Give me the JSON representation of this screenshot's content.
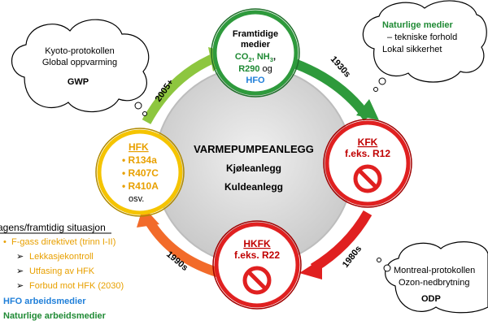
{
  "center": {
    "title": "VARMEPUMPEANLEGG",
    "line2": "Kjøleanlegg",
    "line3": "Kuldeanlegg"
  },
  "nodes": {
    "future": {
      "line1": "Framtidige",
      "line2": "medier",
      "co2_base": "CO",
      "co2_sub": "2",
      "sep": ", ",
      "nh3_base": "NH",
      "nh3_sub": "3",
      "comma": ",",
      "r290": "R290",
      "og": " og",
      "hfo": "HFO",
      "color": "#1f8a34"
    },
    "kfk": {
      "line1": "KFK",
      "line2": "f.eks. R12",
      "color": "#c00000"
    },
    "hkfk": {
      "line1": "HKFK",
      "line2": "f.eks. R22",
      "color": "#c00000"
    },
    "hfk": {
      "title": "HFK",
      "items": [
        "• R134a",
        "• R407C",
        "• R410A"
      ],
      "osv": "osv.",
      "color": "#e8a000"
    }
  },
  "arrows": {
    "a2005": "2005+",
    "a1930": "1930s",
    "a1980": "1980s",
    "a1990": "1990s"
  },
  "clouds": {
    "kyoto": {
      "line1": "Kyoto-protokollen",
      "line2": "Global oppvarming",
      "line3": "GWP"
    },
    "naturlige": {
      "line1": "Naturlige medier",
      "line2": "– tekniske forhold",
      "line3": "Lokal sikkerhet"
    },
    "montreal": {
      "line1": "Montreal-protokollen",
      "line2": "Ozon-nedbrytning",
      "line3": "ODP"
    }
  },
  "situation": {
    "heading": "agens/framtidig situasjon",
    "f_gass": "F-gass direktivet (trinn I-II)",
    "bullets": [
      "Lekkasjekontroll",
      "Utfasing av HFK",
      "Forbud mot HFK (2030)"
    ],
    "hfo": "HFO arbeidsmedier",
    "natur": "Naturlige arbeidsmedier"
  },
  "colors": {
    "green": "#1f8a34",
    "red": "#c00000",
    "orange": "#e8a000",
    "blue": "#1f7fd9",
    "grey": "#d9d9d9"
  }
}
